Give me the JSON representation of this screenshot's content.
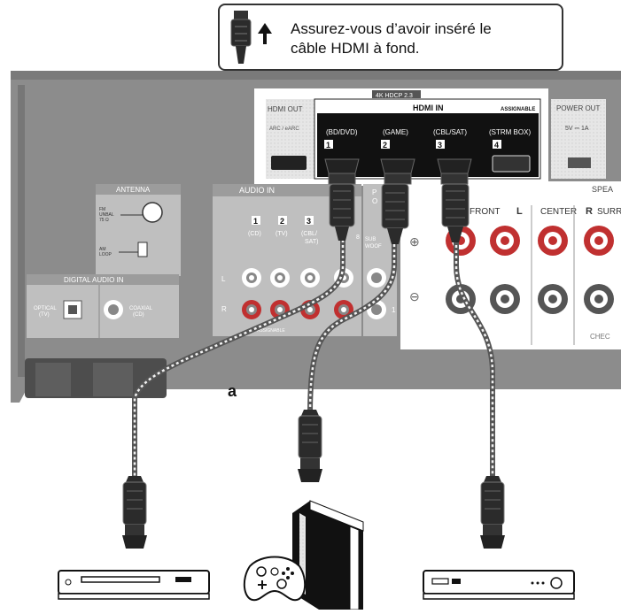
{
  "callout": {
    "line1": "Assurez-vous d’avoir inséré le",
    "line2": "câble HDMI à fond."
  },
  "panel": {
    "hdmi_top_badge": "4K  HDCP 2.3",
    "hdmi_out": "HDMI OUT",
    "hdmi_out_sub": "ARC / eARC",
    "hdmi_in": "HDMI IN",
    "assignable": "ASSIGNABLE",
    "power_out": "POWER OUT",
    "power_out_sub": "5V ⎓ 1A",
    "inputs": [
      {
        "num": "1",
        "label": "(BD/DVD)"
      },
      {
        "num": "2",
        "label": "(GAME)"
      },
      {
        "num": "3",
        "label": "(CBL/SAT)"
      },
      {
        "num": "4",
        "label": "(STRM BOX)"
      }
    ],
    "antenna": "ANTENNA",
    "fm_label": "FM\nUNBAL\n75 Ω",
    "am_label": "AM\nLOOP",
    "audio_in": "AUDIO IN",
    "audio_inputs": [
      {
        "num": "1",
        "label": "(CD)"
      },
      {
        "num": "2",
        "label": "(TV)"
      },
      {
        "num": "3",
        "label": "(CBL/\nSAT)"
      }
    ],
    "row_l": "L",
    "row_r": "R",
    "assignable_small": "ASSIGNABLE",
    "digital_audio_in": "DIGITAL AUDIO IN",
    "optical": "OPTICAL\n(TV)",
    "coaxial": "COAXIAL\n(CD)",
    "pre_out": "P\nO",
    "sub": "SUB\nWOOF",
    "sub_num": "1",
    "speakers": "SPEA",
    "front": "FRONT",
    "front_l": "L",
    "center": "CENTER",
    "front_r": "R",
    "surr": "SURR",
    "plus": "⊕",
    "minus": "⊖",
    "check": "CHEC"
  },
  "label_a": "a",
  "devices": [
    "bd-player",
    "game-console",
    "set-top-box"
  ],
  "colors": {
    "panel": "#8a8a8a",
    "panel_dark": "#6e6e6e",
    "white_section": "#ffffff",
    "red_jack": "#c03030"
  }
}
